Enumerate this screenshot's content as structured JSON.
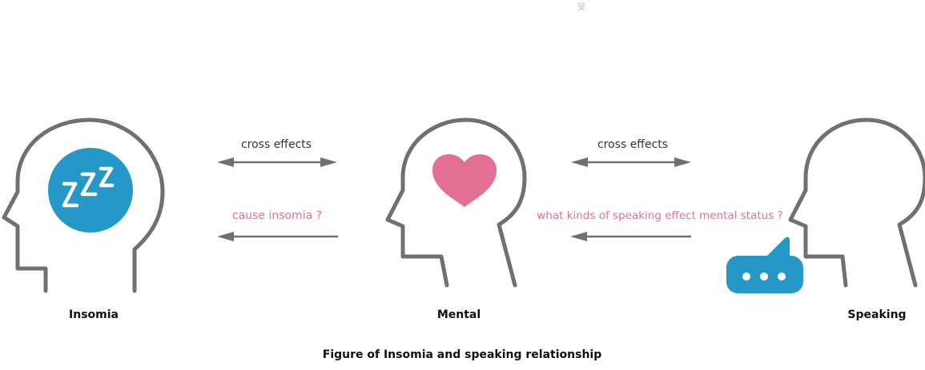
{
  "figure": {
    "top_mark": "受",
    "caption": "Figure of Insomia and speaking relationship",
    "colors": {
      "outline": "#707070",
      "accent_blue": "#2698c8",
      "accent_pink": "#e46f94",
      "text_dark": "#333333"
    },
    "nodes": [
      {
        "id": "insomia",
        "label": "Insomia",
        "icon": "sleep-zzz-icon"
      },
      {
        "id": "mental",
        "label": "Mental",
        "icon": "heart-icon"
      },
      {
        "id": "speaking",
        "label": "Speaking",
        "icon": "speech-bubble-icon"
      }
    ],
    "links": [
      {
        "from": "insomia",
        "to": "mental",
        "top_label": "cross effects",
        "top_arrow": "bidirectional",
        "bottom_label": "cause insomia ?",
        "bottom_arrow": "to-left"
      },
      {
        "from": "mental",
        "to": "speaking",
        "top_label": "cross effects",
        "top_arrow": "bidirectional",
        "bottom_label": "what kinds of speaking effect mental status ?",
        "bottom_arrow": "to-left"
      }
    ],
    "zzz_text": "ZZZ"
  }
}
